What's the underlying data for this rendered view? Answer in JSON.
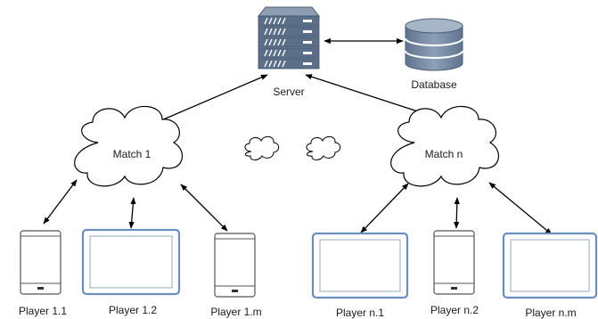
{
  "nodes": {
    "server": "Server",
    "database": "Database",
    "match_1": "Match 1",
    "match_n": "Match n",
    "players": [
      "Player 1.1",
      "Player 1.2",
      "Player 1.m",
      "Player n.1",
      "Player n.2",
      "Player n.m"
    ]
  },
  "colors": {
    "device_border": "#6c8ebf",
    "server_fill": "#5b6f8a",
    "line": "#000000"
  }
}
